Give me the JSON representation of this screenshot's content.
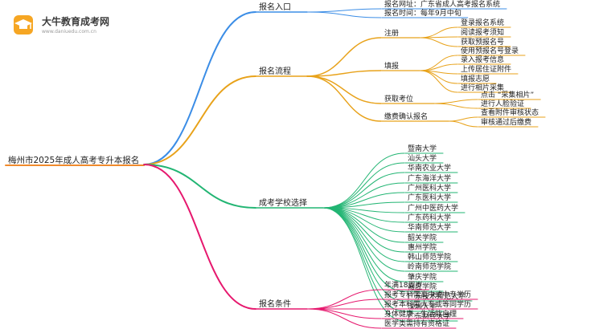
{
  "brand": {
    "title": "大牛教育成考网",
    "subtitle": "www.daniuedu.com.cn"
  },
  "mindmap": {
    "root": "梅州市2025年成人高考专升本报名",
    "branches": [
      {
        "label": "报名入口",
        "color": "#3b8de6",
        "children": [
          {
            "label": "报名网址：广东省成人高考报名系统"
          },
          {
            "label": "报名时间：每年9月中旬"
          }
        ]
      },
      {
        "label": "报名流程",
        "color": "#e8a21a",
        "children": [
          {
            "label": "注册",
            "children": [
              "登录报名系统",
              "阅读报考须知",
              "获取预报名号"
            ]
          },
          {
            "label": "填报",
            "children": [
              "使用预报名号登录",
              "录入报考信息",
              "上传居住证附件",
              "填报志愿",
              "进行相片采集"
            ]
          },
          {
            "label": "获取考位",
            "children": [
              "点击 “采集相片”",
              "进行人脸验证"
            ]
          },
          {
            "label": "缴费确认报名",
            "children": [
              "查看附件审核状态",
              "审核通过后缴费"
            ]
          }
        ]
      },
      {
        "label": "成考学校选择",
        "color": "#22b573",
        "children": [
          {
            "label": "暨南大学"
          },
          {
            "label": "汕头大学"
          },
          {
            "label": "华南农业大学"
          },
          {
            "label": "广东海洋大学"
          },
          {
            "label": "广州医科大学"
          },
          {
            "label": "广东医科大学"
          },
          {
            "label": "广州中医药大学"
          },
          {
            "label": "广东药科大学"
          },
          {
            "label": "华南师范大学"
          },
          {
            "label": "韶关学院"
          },
          {
            "label": "惠州学院"
          },
          {
            "label": "韩山师范学院"
          },
          {
            "label": "岭南师范学院"
          },
          {
            "label": "肇庆学院"
          },
          {
            "label": "嘉应学院"
          },
          {
            "label": "广东技术师范大学"
          },
          {
            "label": "深圳大学"
          },
          {
            "label": "广东财经大学"
          }
        ]
      },
      {
        "label": "报名条件",
        "color": "#e6186e",
        "children": [
          {
            "label": "年满18周岁"
          },
          {
            "label": "报考专科需高中或中专学历"
          },
          {
            "label": "报考本科需大专或等同学历"
          },
          {
            "label": "身体健康，生活能自理"
          },
          {
            "label": "医学类需持有资格证"
          }
        ]
      }
    ]
  }
}
